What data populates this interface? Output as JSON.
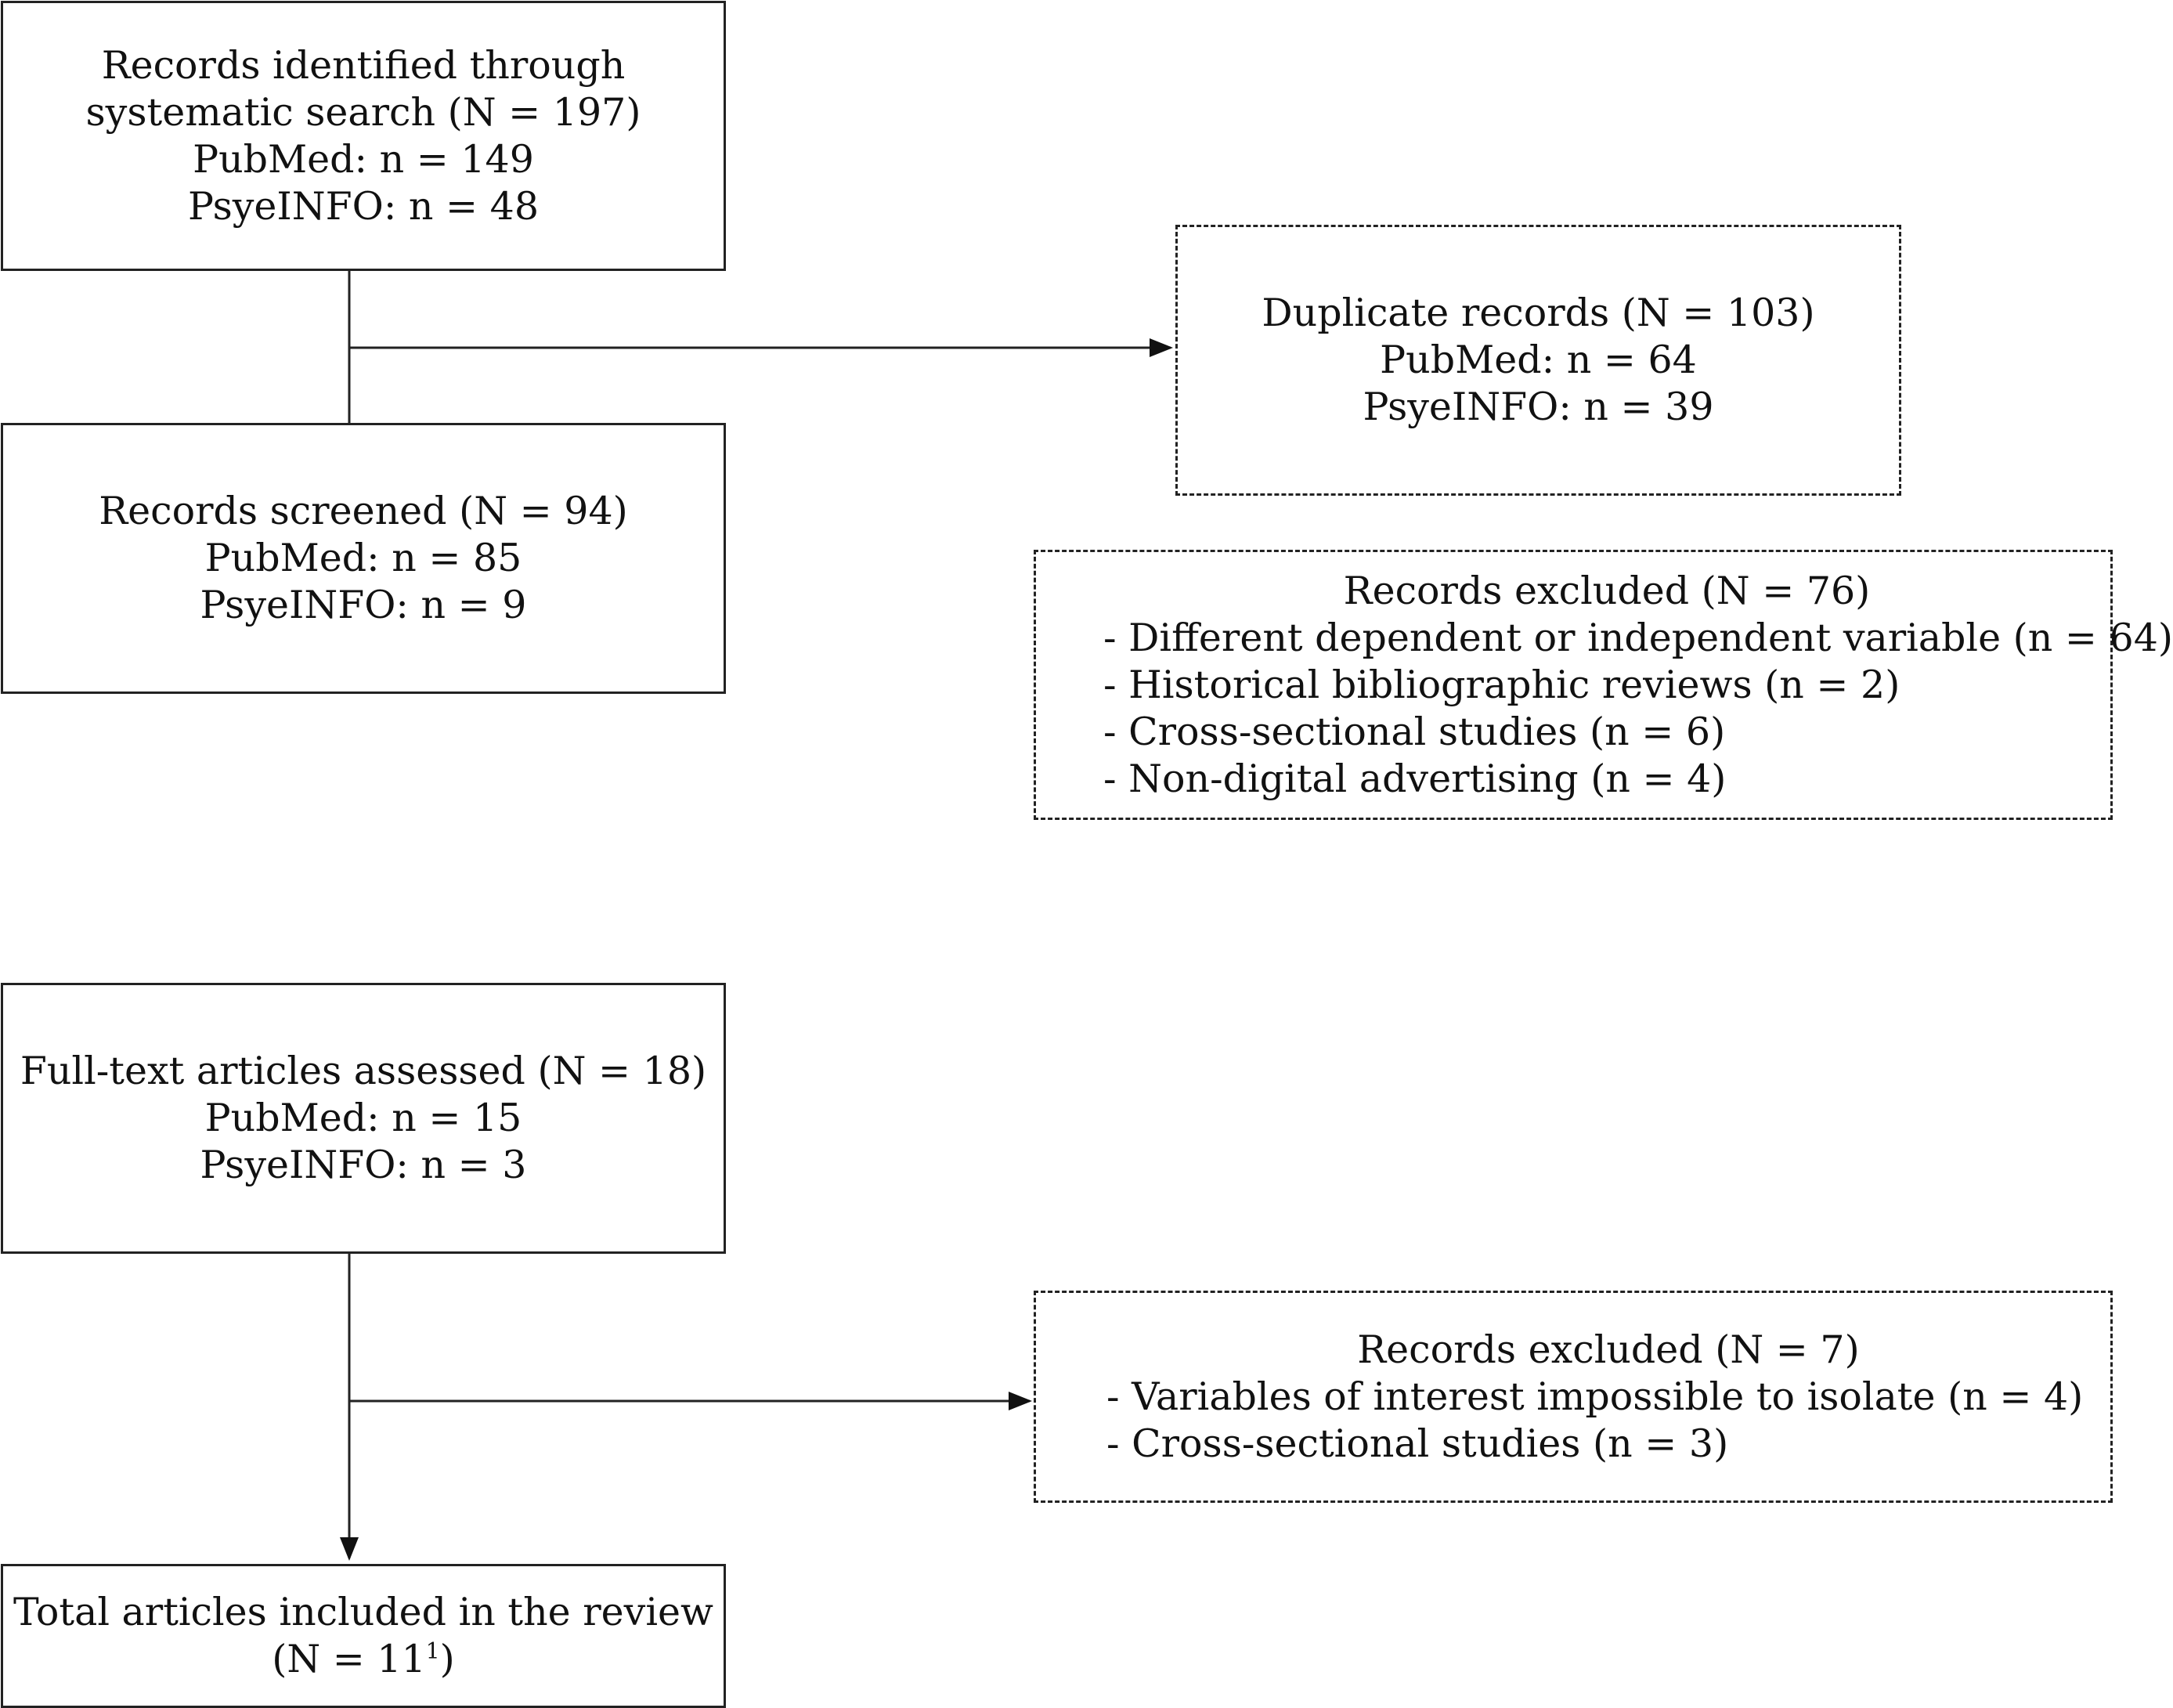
{
  "diagram": {
    "box_identified": {
      "lines": [
        "Records identified through",
        "systematic search (N = 197)",
        "PubMed: n = 149",
        "PsyeINFO: n = 48"
      ]
    },
    "box_duplicates": {
      "lines": [
        "Duplicate records (N = 103)",
        "PubMed: n = 64",
        "PsyeINFO: n = 39"
      ]
    },
    "box_screened": {
      "lines": [
        "Records screened (N = 94)",
        "PubMed: n = 85",
        "PsyeINFO: n = 9"
      ]
    },
    "box_excluded_1": {
      "title": "Records excluded (N = 76)",
      "items": [
        "- Different dependent or independent variable (n = 64)",
        "- Historical bibliographic reviews (n = 2)",
        "- Cross-sectional studies (n = 6)",
        "- Non-digital advertising (n = 4)"
      ]
    },
    "box_fulltext": {
      "lines": [
        "Full-text articles assessed (N = 18)",
        "PubMed: n = 15",
        "PsyeINFO: n = 3"
      ]
    },
    "box_excluded_2": {
      "title": "Records excluded (N = 7)",
      "items": [
        "- Variables of interest impossible to isolate (n = 4)",
        "- Cross-sectional studies (n = 3)"
      ]
    },
    "box_included": {
      "line1": "Total articles included in the review",
      "line2_main": "(N = 11",
      "line2_sup": "1",
      "line2_end": ")"
    }
  }
}
